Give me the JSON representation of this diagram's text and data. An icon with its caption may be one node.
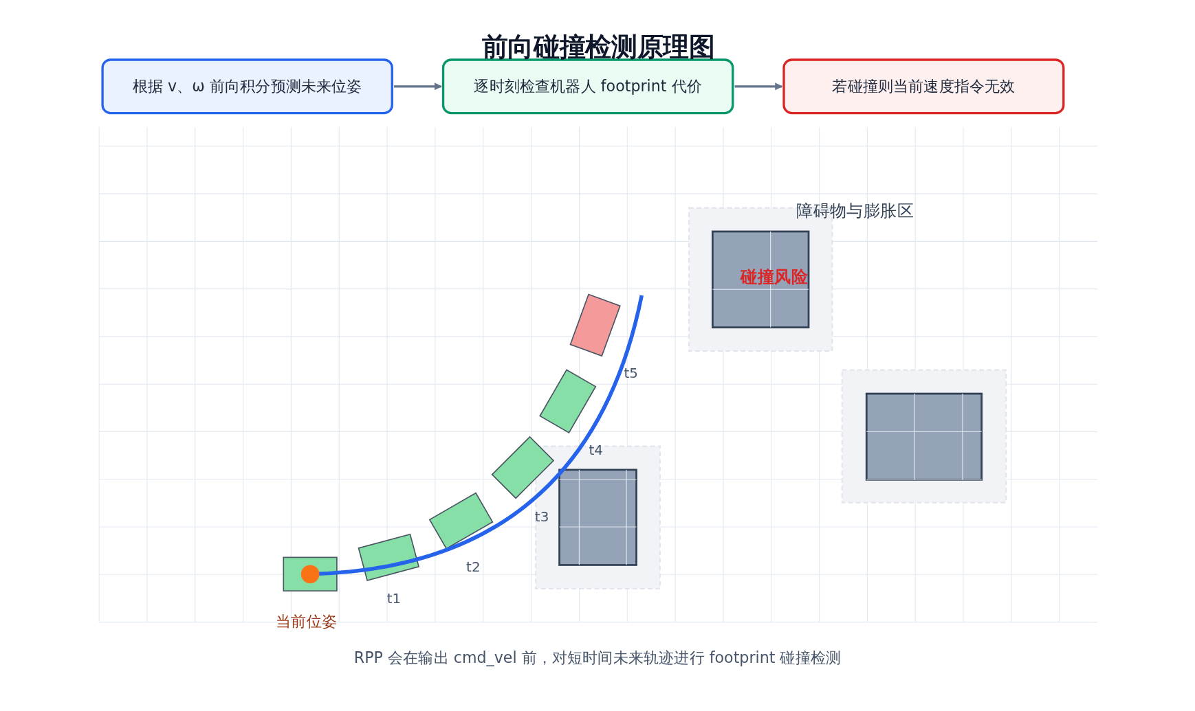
{
  "diagram": {
    "title": "前向碰撞检测原理图",
    "nodes": [
      {
        "text": [
          "根据 v、ω 前向积分预测未来位姿"
        ]
      },
      {
        "text": [
          "逐时刻检查机器人 footprint 代价"
        ]
      },
      {
        "text": [
          "若碰撞则当前速度指令无效"
        ]
      }
    ],
    "edges": [
      {
        "from": 0,
        "to": 1,
        "arrow": "to"
      },
      {
        "from": 1,
        "to": 2,
        "arrow": "to"
      }
    ],
    "labels": [
      "障碍物与膨胀区",
      "碰撞风险",
      "t5",
      "t4",
      "t3",
      "t2",
      "t1",
      "当前位姿"
    ],
    "caption": "RPP 会在输出 cmd_vel 前，对短时间未来轨迹进行 footprint 碰撞检测"
  }
}
